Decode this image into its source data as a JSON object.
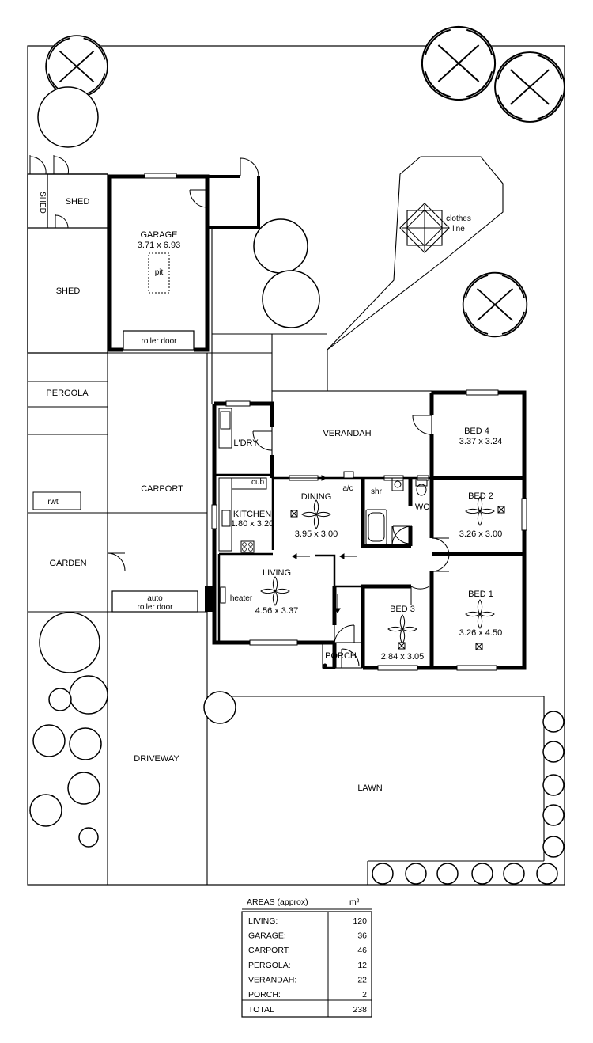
{
  "rooms": {
    "shed_small": "SHED",
    "shed_vertical": "SHED",
    "shed_large": "SHED",
    "garage": "GARAGE",
    "garage_dims": "3.71 x 6.93",
    "pit": "pit",
    "roller_door": "roller door",
    "pergola": "PERGOLA",
    "carport": "CARPORT",
    "rwt": "rwt",
    "garden": "GARDEN",
    "auto_roller_door_1": "auto",
    "auto_roller_door_2": "roller door",
    "verandah": "VERANDAH",
    "laundry": "L'DRY",
    "cub": "cub",
    "kitchen": "KITCHEN",
    "kitchen_dims": "1.80 x 3.20",
    "dining": "DINING",
    "dining_dims": "3.95 x 3.00",
    "ac": "a/c",
    "shr": "shr",
    "wc": "WC",
    "living": "LIVING",
    "living_dims": "4.56 x 3.37",
    "heater": "heater",
    "bed1": "BED 1",
    "bed1_dims": "3.26 x 4.50",
    "bed2": "BED 2",
    "bed2_dims": "3.26 x 3.00",
    "bed3": "BED 3",
    "bed3_dims": "2.84 x 3.05",
    "bed4": "BED 4",
    "bed4_dims": "3.37 x 3.24",
    "porch": "PORCH",
    "clothes_line_1": "clothes",
    "clothes_line_2": "line",
    "driveway": "DRIVEWAY",
    "lawn": "LAWN"
  },
  "areas_table": {
    "header": "AREAS (approx)",
    "unit": "m²",
    "rows": [
      {
        "label": "LIVING:",
        "value": "120"
      },
      {
        "label": "GARAGE:",
        "value": "36"
      },
      {
        "label": "CARPORT:",
        "value": "46"
      },
      {
        "label": "PERGOLA:",
        "value": "12"
      },
      {
        "label": "VERANDAH:",
        "value": "22"
      },
      {
        "label": "PORCH:",
        "value": "2"
      }
    ],
    "total_label": "TOTAL",
    "total_value": "238"
  }
}
